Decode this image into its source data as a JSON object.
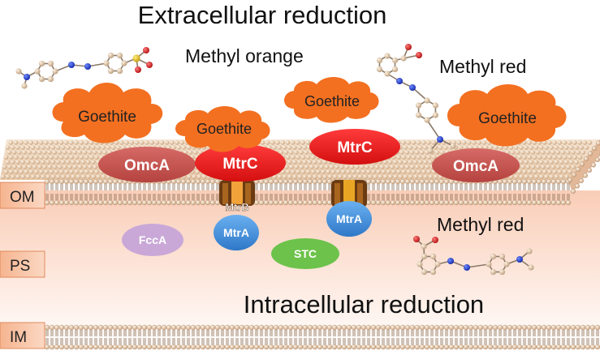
{
  "title_top": "Extracellular reduction",
  "title_bottom": "Intracellular reduction",
  "molecules": {
    "methyl_orange": "Methyl orange",
    "methyl_red_top": "Methyl red",
    "methyl_red_mid": "Methyl red"
  },
  "goethite": [
    "Goethite",
    "Goethite",
    "Goethite",
    "Goethite"
  ],
  "proteins": {
    "omca_left": "OmcA",
    "omca_right": "OmcA",
    "mtrc_left": "MtrC",
    "mtrc_right": "MtrC",
    "mtrb": "MtrB",
    "mtra_left": "MtrA",
    "mtra_right": "MtrA",
    "fcca": "FccA",
    "stc": "STC"
  },
  "layers": {
    "om": "OM",
    "ps": "PS",
    "im": "IM"
  },
  "colors": {
    "goethite": "#f37021",
    "omca": "#c0504d",
    "mtrc": "#ee1c1c",
    "mtra": "#4a8fd6",
    "fcca": "#c9a8d8",
    "stc": "#6cc24a",
    "membrane": "#d8b79a",
    "periplasm": "#fbe3d6",
    "atom_carbon": "#d7c2a8",
    "atom_nitrogen": "#1f3cd6",
    "atom_oxygen": "#e02020",
    "atom_sulfur": "#e8c21c"
  }
}
